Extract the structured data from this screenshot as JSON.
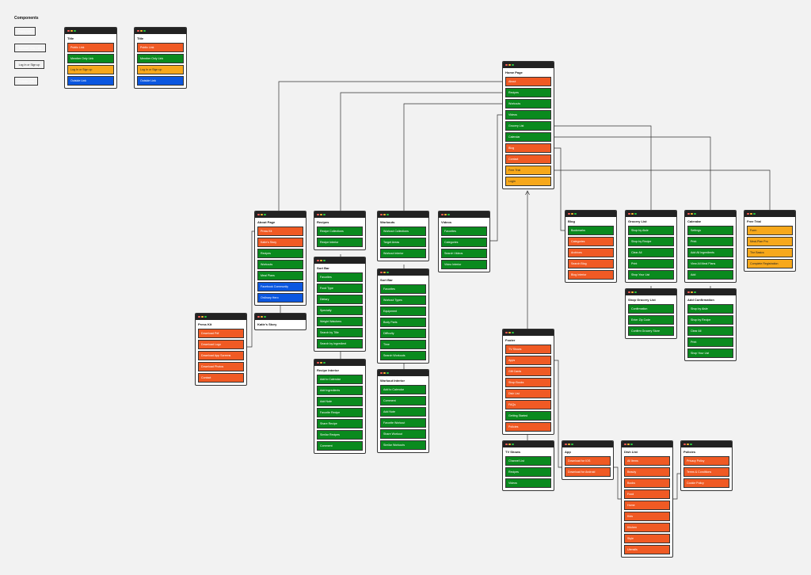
{
  "colors": {
    "public": "#f05a24",
    "member": "#0a8a1e",
    "login": "#f7a81b",
    "outside": "#0b57e0",
    "titlebar": "#222222"
  },
  "legend": {
    "title": "Components",
    "items": [
      {
        "label": "Public Link",
        "type": "public"
      },
      {
        "label": "Member Only Link",
        "type": "member"
      },
      {
        "label": "Log In or Sign up",
        "type": "login"
      },
      {
        "label": "Outside Link",
        "type": "outside"
      }
    ]
  },
  "windows": [
    {
      "id": "template-1",
      "title": "Title",
      "items": [
        {
          "label": "Public Link",
          "type": "public"
        },
        {
          "label": "Member Only Link",
          "type": "member"
        },
        {
          "label": "Log In or Sign up",
          "type": "login"
        },
        {
          "label": "Outside Link",
          "type": "outside"
        }
      ]
    },
    {
      "id": "template-2",
      "title": "Title",
      "items": [
        {
          "label": "Public Link",
          "type": "public"
        },
        {
          "label": "Member Only Link",
          "type": "member"
        },
        {
          "label": "Log In or Sign up",
          "type": "login"
        },
        {
          "label": "Outside Link",
          "type": "outside"
        }
      ]
    },
    {
      "id": "home",
      "title": "Home Page",
      "items": [
        {
          "label": "About",
          "type": "public"
        },
        {
          "label": "Recipes",
          "type": "member"
        },
        {
          "label": "Workouts",
          "type": "member"
        },
        {
          "label": "Videos",
          "type": "member"
        },
        {
          "label": "Grocery List",
          "type": "member"
        },
        {
          "label": "Calendar",
          "type": "member"
        },
        {
          "label": "Blog",
          "type": "public"
        },
        {
          "label": "Contact",
          "type": "public"
        },
        {
          "label": "Free Trial",
          "type": "login"
        },
        {
          "label": "Login",
          "type": "login"
        }
      ]
    },
    {
      "id": "about",
      "title": "About Page",
      "items": [
        {
          "label": "Press Kit",
          "type": "public"
        },
        {
          "label": "Katie's Story",
          "type": "public"
        },
        {
          "label": "Recipes",
          "type": "member"
        },
        {
          "label": "Workouts",
          "type": "member"
        },
        {
          "label": "Meal Plans",
          "type": "member"
        },
        {
          "label": "Facebook Community",
          "type": "outside"
        },
        {
          "label": "Ordinary Hero",
          "type": "outside"
        }
      ]
    },
    {
      "id": "katies-story",
      "title": "Katie's Story",
      "items": []
    },
    {
      "id": "press-kit",
      "title": "Press Kit",
      "items": [
        {
          "label": "Download Pdf",
          "type": "public"
        },
        {
          "label": "Download Logo",
          "type": "public"
        },
        {
          "label": "Download App Screens",
          "type": "public"
        },
        {
          "label": "Download Photos",
          "type": "public"
        },
        {
          "label": "Contact",
          "type": "public"
        }
      ]
    },
    {
      "id": "recipes",
      "title": "Recipes",
      "items": [
        {
          "label": "Recipe Collections",
          "type": "member"
        },
        {
          "label": "Recipe Interior",
          "type": "member"
        }
      ]
    },
    {
      "id": "recipes-sortbar",
      "title": "Sort Bar",
      "items": [
        {
          "label": "Favorites",
          "type": "member"
        },
        {
          "label": "Food Type",
          "type": "member"
        },
        {
          "label": "Dietary",
          "type": "member"
        },
        {
          "label": "Specialty",
          "type": "member"
        },
        {
          "label": "Weight Watchers",
          "type": "member"
        },
        {
          "label": "Search by Title",
          "type": "member"
        },
        {
          "label": "Search by Ingredient",
          "type": "member"
        }
      ]
    },
    {
      "id": "recipe-interior",
      "title": "Recipe Interior",
      "items": [
        {
          "label": "Add to Calendar",
          "type": "member"
        },
        {
          "label": "Add Ingredients",
          "type": "member"
        },
        {
          "label": "Add Note",
          "type": "member"
        },
        {
          "label": "Favorite Recipe",
          "type": "member"
        },
        {
          "label": "Share Recipe",
          "type": "member"
        },
        {
          "label": "Similar Recipes",
          "type": "member"
        },
        {
          "label": "Comment",
          "type": "member"
        }
      ]
    },
    {
      "id": "workouts",
      "title": "Workouts",
      "items": [
        {
          "label": "Workout Collections",
          "type": "member"
        },
        {
          "label": "Target Areas",
          "type": "member"
        },
        {
          "label": "Workout Interior",
          "type": "member"
        }
      ]
    },
    {
      "id": "workouts-sortbar",
      "title": "Sort Bar",
      "items": [
        {
          "label": "Favorites",
          "type": "member"
        },
        {
          "label": "Workout Types",
          "type": "member"
        },
        {
          "label": "Equipment",
          "type": "member"
        },
        {
          "label": "Body Parts",
          "type": "member"
        },
        {
          "label": "Difficulty",
          "type": "member"
        },
        {
          "label": "Time",
          "type": "member"
        },
        {
          "label": "Search Workouts",
          "type": "member"
        }
      ]
    },
    {
      "id": "workout-interior",
      "title": "Workout Interior",
      "items": [
        {
          "label": "Add to Calendar",
          "type": "member"
        },
        {
          "label": "Comment",
          "type": "member"
        },
        {
          "label": "Add Note",
          "type": "member"
        },
        {
          "label": "Favorite Workout",
          "type": "member"
        },
        {
          "label": "Share Workout",
          "type": "member"
        },
        {
          "label": "Similar Workouts",
          "type": "member"
        }
      ]
    },
    {
      "id": "videos",
      "title": "Videos",
      "items": [
        {
          "label": "Favorites",
          "type": "member"
        },
        {
          "label": "Categories",
          "type": "member"
        },
        {
          "label": "Search Videos",
          "type": "member"
        },
        {
          "label": "Video Interior",
          "type": "member"
        }
      ]
    },
    {
      "id": "blog",
      "title": "Blog",
      "items": [
        {
          "label": "Bookmarks",
          "type": "member"
        },
        {
          "label": "Categories",
          "type": "public"
        },
        {
          "label": "Archives",
          "type": "public"
        },
        {
          "label": "Search Blog",
          "type": "public"
        },
        {
          "label": "Blog Interior",
          "type": "public"
        }
      ]
    },
    {
      "id": "grocery",
      "title": "Grocery List",
      "items": [
        {
          "label": "Shop by Aisle",
          "type": "member"
        },
        {
          "label": "Shop by Recipe",
          "type": "member"
        },
        {
          "label": "Clear All",
          "type": "member"
        },
        {
          "label": "Print",
          "type": "member"
        },
        {
          "label": "Shop Your List",
          "type": "member"
        }
      ]
    },
    {
      "id": "shop-grocery",
      "title": "Shop Grocery List",
      "items": [
        {
          "label": "Confirmation",
          "type": "member"
        },
        {
          "label": "Enter Zip Code",
          "type": "member"
        },
        {
          "label": "Confirm Grocery Store",
          "type": "member"
        }
      ]
    },
    {
      "id": "calendar",
      "title": "Calendar",
      "items": [
        {
          "label": "Settings",
          "type": "member"
        },
        {
          "label": "Print",
          "type": "member"
        },
        {
          "label": "Add All Ingredients",
          "type": "member"
        },
        {
          "label": "View All Meal Plans",
          "type": "member"
        },
        {
          "label": "Add",
          "type": "member"
        }
      ]
    },
    {
      "id": "add-confirmation",
      "title": "Add Confirmation",
      "items": [
        {
          "label": "Shop by Aisle",
          "type": "member"
        },
        {
          "label": "Shop by Recipe",
          "type": "member"
        },
        {
          "label": "Clear All",
          "type": "member"
        },
        {
          "label": "Print",
          "type": "member"
        },
        {
          "label": "Shop Your List",
          "type": "member"
        }
      ]
    },
    {
      "id": "free-trial",
      "title": "Free Trial",
      "items": [
        {
          "label": "Form",
          "type": "login"
        },
        {
          "label": "Meal-Plan Pro",
          "type": "login"
        },
        {
          "label": "The Basics",
          "type": "login"
        },
        {
          "label": "Complete Registration",
          "type": "login"
        }
      ]
    },
    {
      "id": "footer",
      "title": "Footer",
      "items": [
        {
          "label": "TV Shows",
          "type": "public"
        },
        {
          "label": "Apps",
          "type": "public"
        },
        {
          "label": "Gift Cards",
          "type": "public"
        },
        {
          "label": "Shop Books",
          "type": "public"
        },
        {
          "label": "Dish List",
          "type": "public"
        },
        {
          "label": "FAQs",
          "type": "public"
        },
        {
          "label": "Getting Started",
          "type": "member"
        },
        {
          "label": "Policies",
          "type": "public"
        }
      ]
    },
    {
      "id": "tv-shows",
      "title": "TV Shows",
      "items": [
        {
          "label": "Channel List",
          "type": "member"
        },
        {
          "label": "Recipes",
          "type": "member"
        },
        {
          "label": "Videos",
          "type": "member"
        }
      ]
    },
    {
      "id": "app",
      "title": "App",
      "items": [
        {
          "label": "Download for IOS",
          "type": "public"
        },
        {
          "label": "Download for Android",
          "type": "public"
        }
      ]
    },
    {
      "id": "dish-list",
      "title": "Dish List",
      "items": [
        {
          "label": "All Items",
          "type": "public"
        },
        {
          "label": "Beauty",
          "type": "public"
        },
        {
          "label": "Books",
          "type": "public"
        },
        {
          "label": "Food",
          "type": "public"
        },
        {
          "label": "Home",
          "type": "public"
        },
        {
          "label": "Kids",
          "type": "public"
        },
        {
          "label": "Kitchen",
          "type": "public"
        },
        {
          "label": "Style",
          "type": "public"
        },
        {
          "label": "Utensils",
          "type": "public"
        }
      ]
    },
    {
      "id": "policies",
      "title": "Policies",
      "items": [
        {
          "label": "Privacy Policy",
          "type": "public"
        },
        {
          "label": "Terms & Conditions",
          "type": "public"
        },
        {
          "label": "Cookie Policy",
          "type": "public"
        }
      ]
    }
  ]
}
